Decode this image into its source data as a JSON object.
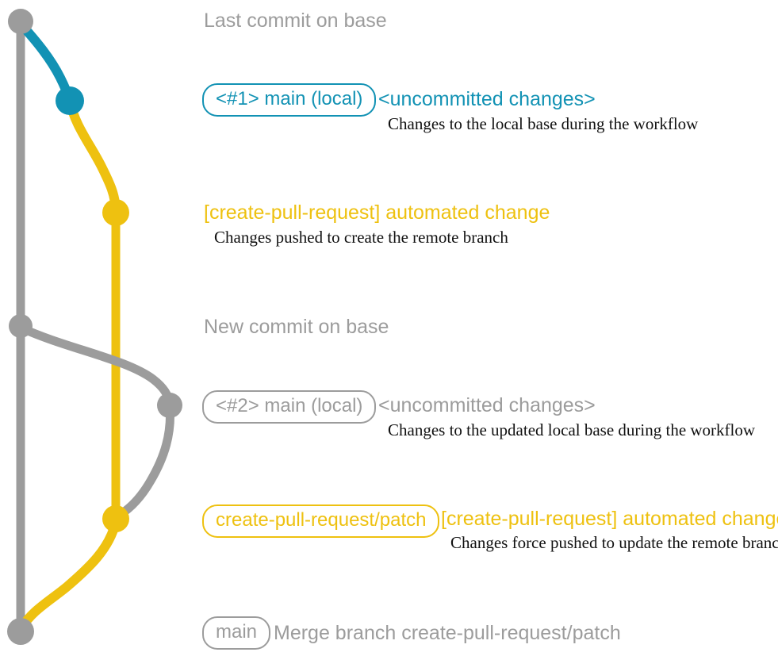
{
  "colors": {
    "gray": "#9c9c9c",
    "blue": "#1292b4",
    "yellow": "#eec110",
    "dark_text": "#111111",
    "background": "#ffffff"
  },
  "graph": {
    "base_branch": "base (gray line)",
    "local_main_branch": "local main (blue segment)",
    "pull_request_branch": "create-pull-request/patch (yellow line)"
  },
  "sections": {
    "s1_heading": "Last commit on base",
    "s2_badge": "<#1> main (local)",
    "s2_heading": "<uncommitted changes>",
    "s2_desc": "Changes to the local base during the workflow",
    "s3_heading": "[create-pull-request] automated change",
    "s3_desc": "Changes pushed to create the remote branch",
    "s4_heading": "New commit on base",
    "s5_badge": "<#2> main (local)",
    "s5_heading": "<uncommitted changes>",
    "s5_desc": "Changes to the updated local base during the workflow",
    "s6_badge": "create-pull-request/patch",
    "s6_heading": "[create-pull-request] automated change",
    "s6_desc": "Changes force pushed to update the remote branch",
    "s7_badge": "main",
    "s7_heading": "Merge branch create-pull-request/patch"
  }
}
